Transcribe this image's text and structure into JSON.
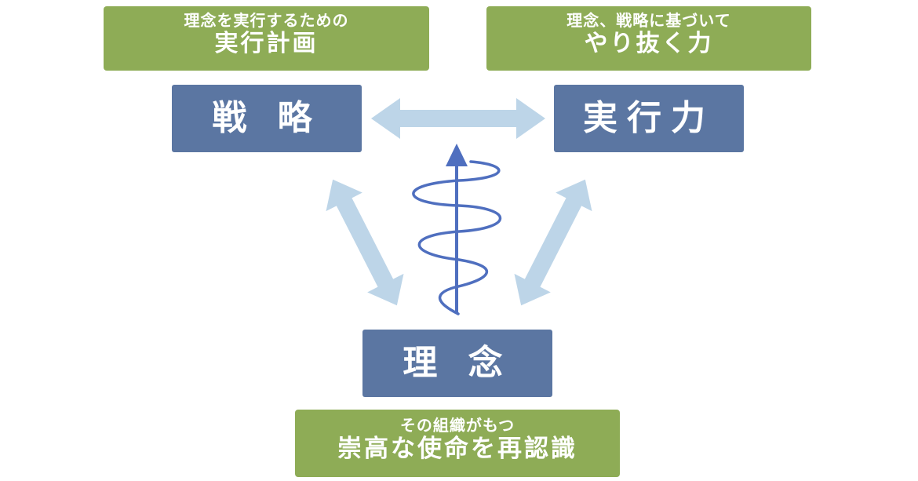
{
  "boxes": {
    "strategy": {
      "caption_top": "理念を実行するための",
      "caption_main": "実行計画",
      "label": "戦 略"
    },
    "execution": {
      "caption_top": "理念、戦略に基づいて",
      "caption_main": "やり抜く力",
      "label": "実行力"
    },
    "philosophy": {
      "label": "理 念",
      "caption_top": "その組織がもつ",
      "caption_main": "崇高な使命を再認識"
    }
  },
  "colors": {
    "green": "#8eac56",
    "blue_box": "#5b76a2",
    "arrow_light": "#bdd5e8",
    "spiral": "#4f6fbf"
  }
}
